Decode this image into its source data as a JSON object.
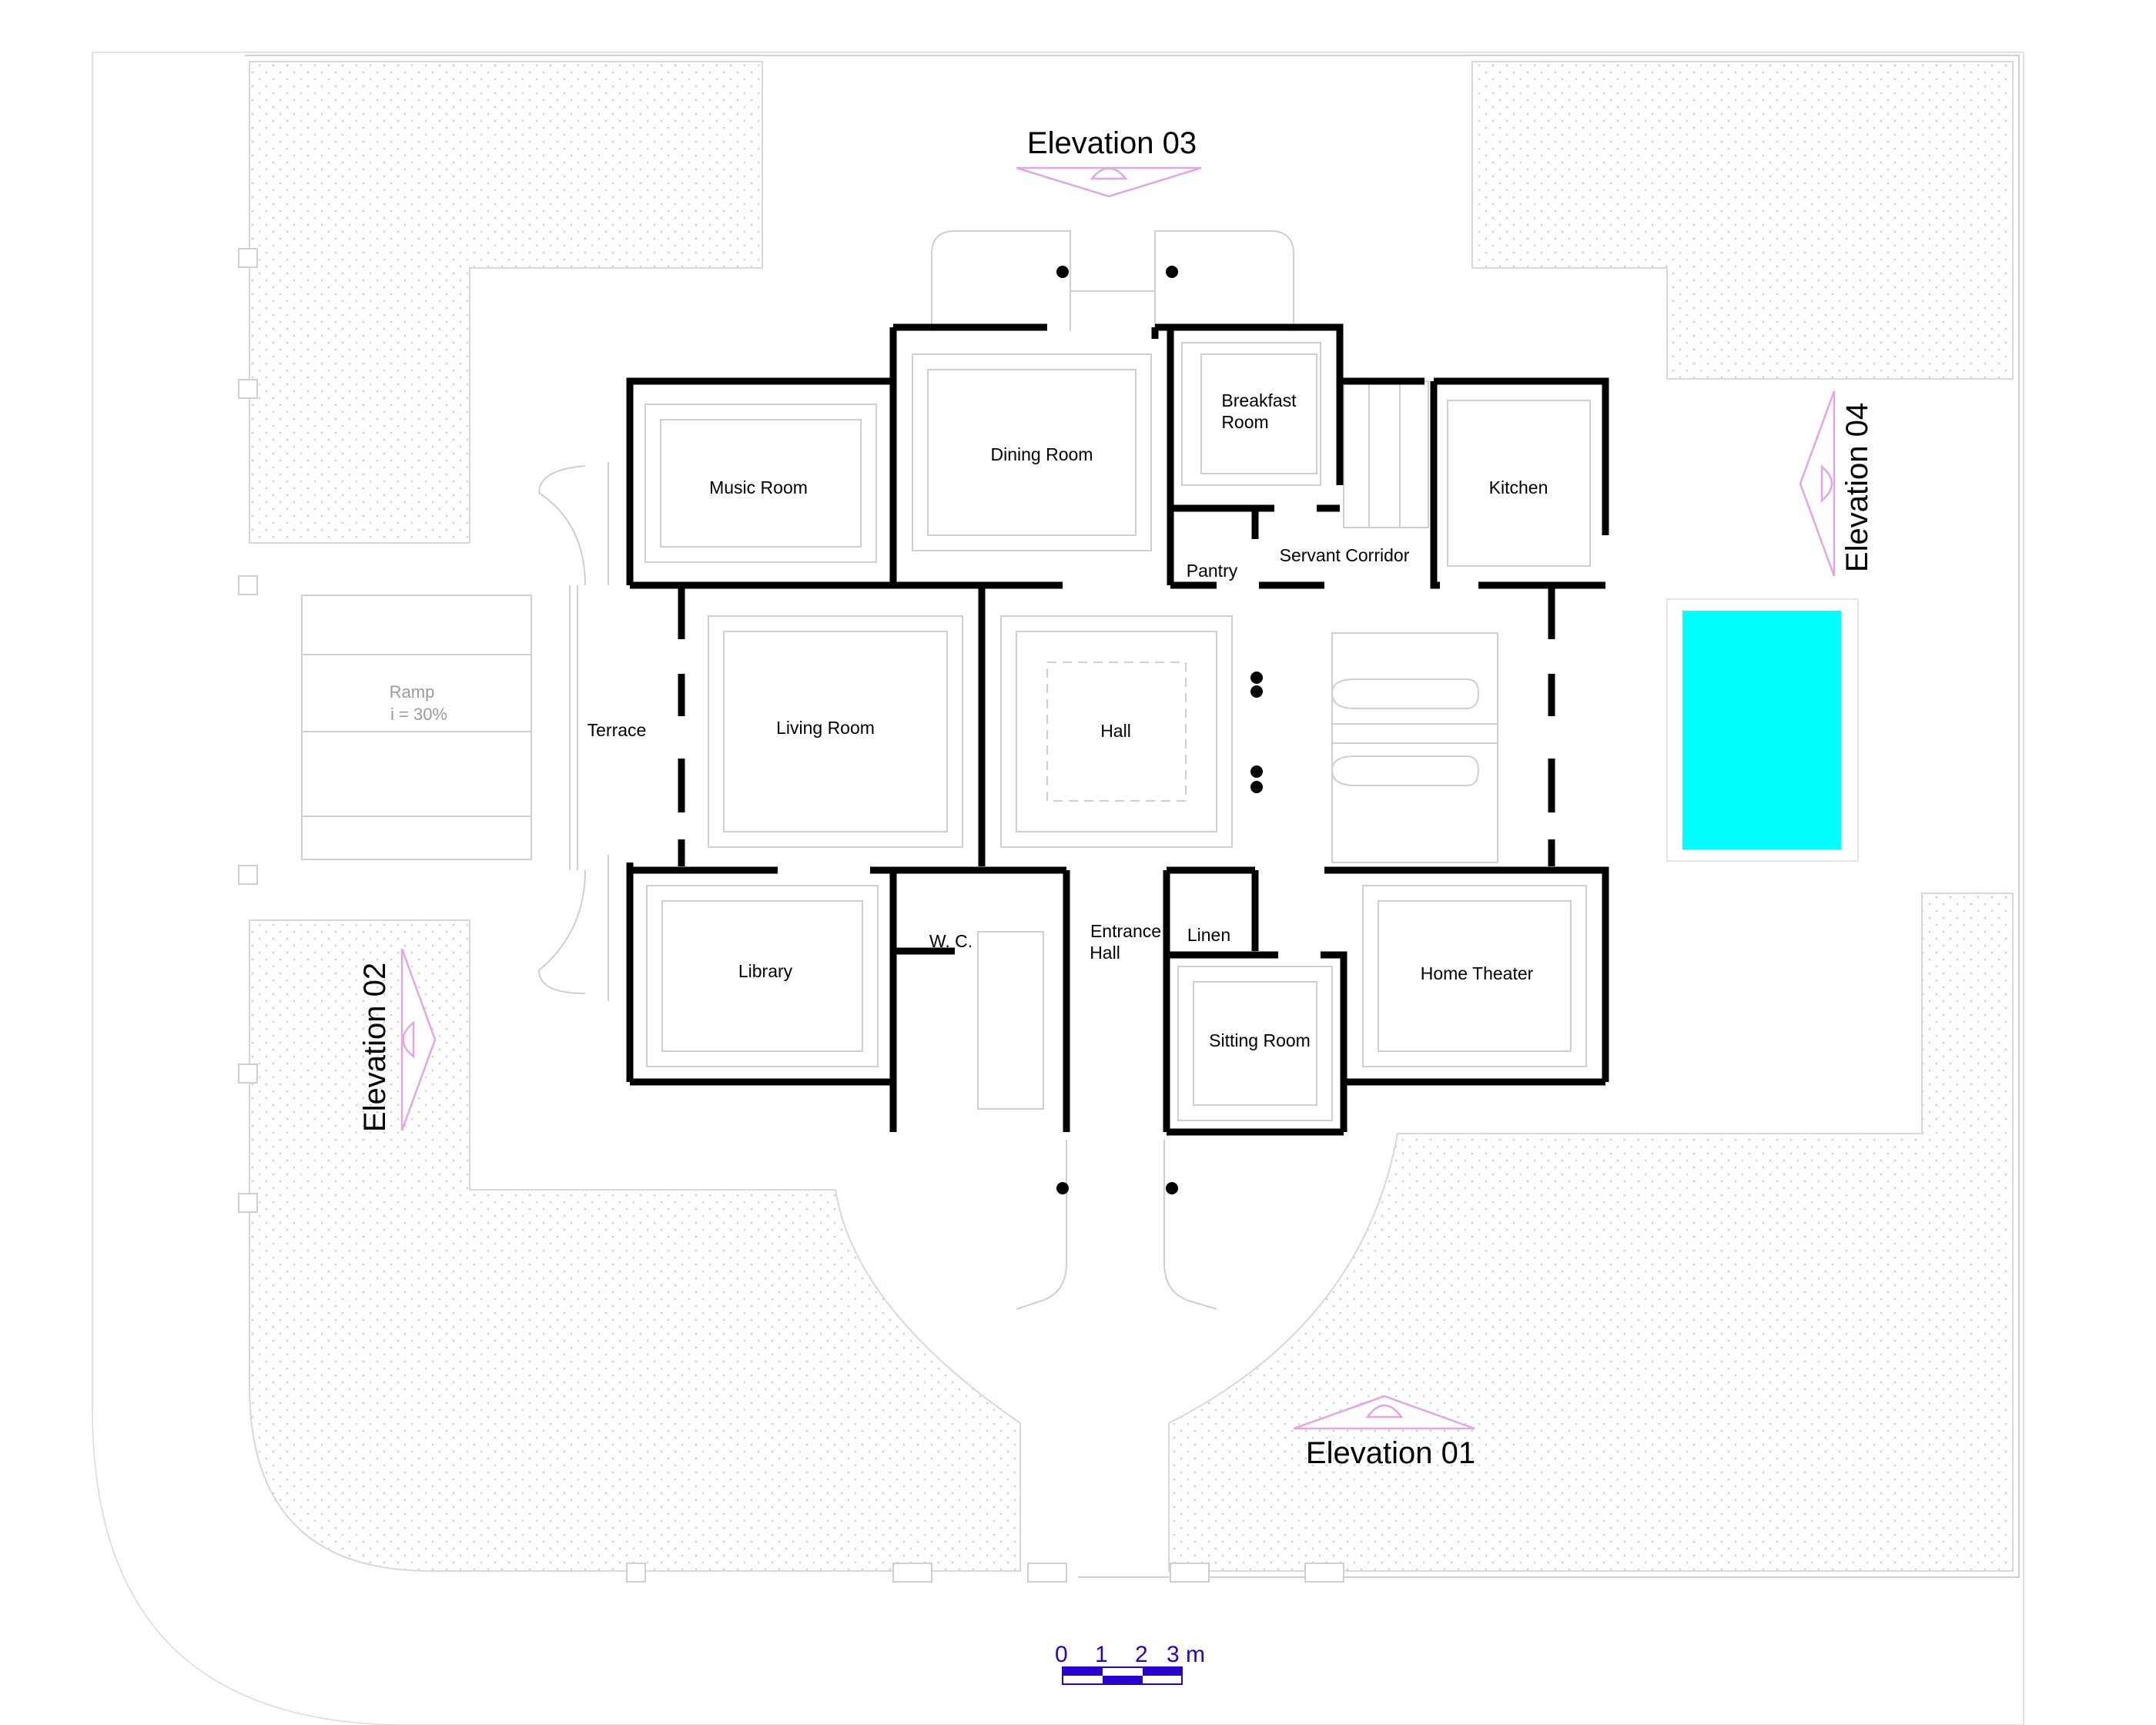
{
  "rooms": {
    "music_room": "Music Room",
    "dining_room": "Dining Room",
    "breakfast_room_line1": "Breakfast",
    "breakfast_room_line2": "Room",
    "kitchen": "Kitchen",
    "pantry": "Pantry",
    "servant_corridor": "Servant Corridor",
    "terrace": "Terrace",
    "living_room": "Living Room",
    "hall": "Hall",
    "library": "Library",
    "wc": "W. C.",
    "entrance_hall_line1": "Entrance",
    "entrance_hall_line2": "Hall",
    "linen": "Linen",
    "sitting_room": "Sitting Room",
    "home_theater": "Home Theater"
  },
  "ramp": {
    "label": "Ramp",
    "slope": "i = 30%"
  },
  "elevations": {
    "e01": "Elevation 01",
    "e02": "Elevation 02",
    "e03": "Elevation 03",
    "e04": "Elevation 04"
  },
  "scale_bar": {
    "t0": "0",
    "t1": "1",
    "t2": "2",
    "t3": "3 m"
  },
  "colors": {
    "pool": "#00ffff",
    "walls": "#000000",
    "elevation_marker": "#e3a6e3",
    "garden_dots": "#b8e6b0",
    "scale_bar": "#2a00d0"
  }
}
